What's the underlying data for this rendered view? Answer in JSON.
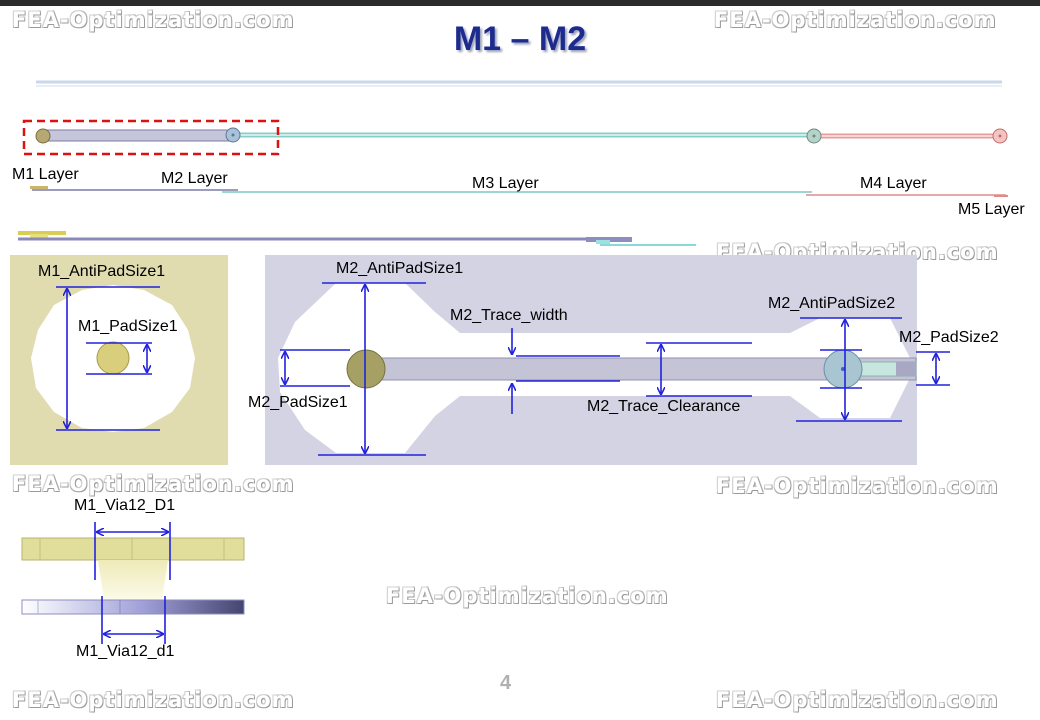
{
  "title": "M1 – M2",
  "watermark": "FEA-Optimization.com",
  "page_number": "4",
  "layers": {
    "m1": "M1 Layer",
    "m2": "M2 Layer",
    "m3": "M3 Layer",
    "m4": "M4 Layer",
    "m5": "M5 Layer"
  },
  "m1_panel": {
    "antipad": "M1_AntiPadSize1",
    "pad": "M1_PadSize1"
  },
  "m2_panel": {
    "antipad1": "M2_AntiPadSize1",
    "trace_width": "M2_Trace_width",
    "antipad2": "M2_AntiPadSize2",
    "pad2": "M2_PadSize2",
    "pad1": "M2_PadSize1",
    "trace_clearance": "M2_Trace_Clearance"
  },
  "via_panel": {
    "d1_upper": "M1_Via12_D1",
    "d1_lower": "M1_Via12_d1"
  },
  "colors": {
    "title": "#1d2b8f",
    "arrow": "#2222dd",
    "m1_fill": "#e0dcb0",
    "m2_fill": "#d4d3e4",
    "highlight": "#dd1111"
  }
}
